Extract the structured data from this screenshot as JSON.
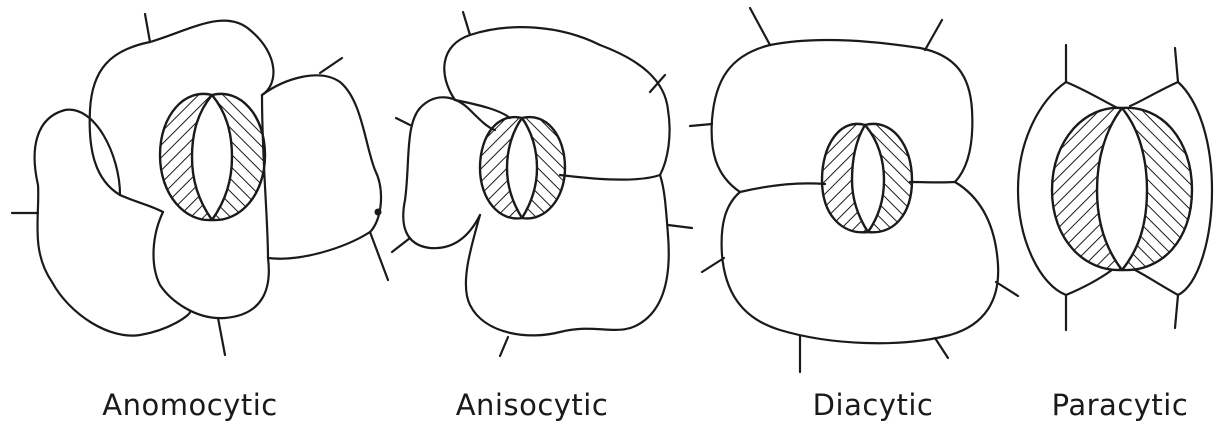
{
  "diagrams": [
    {
      "id": "anomocytic",
      "label": "Anomocytic"
    },
    {
      "id": "anisocytic",
      "label": "Anisocytic"
    },
    {
      "id": "diacytic",
      "label": "Diacytic"
    },
    {
      "id": "paracytic",
      "label": "Paracytic"
    }
  ],
  "colors": {
    "line": "#1a1a1a",
    "background": "#ffffff"
  }
}
